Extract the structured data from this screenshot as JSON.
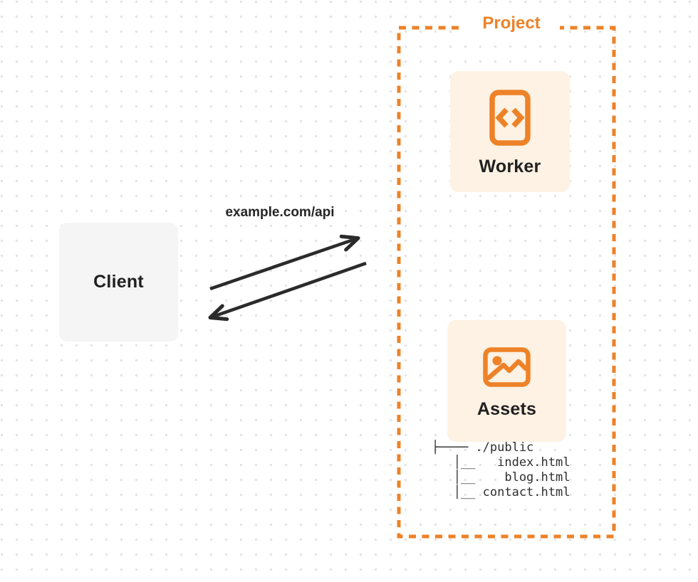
{
  "project": {
    "label": "Project"
  },
  "nodes": {
    "worker": {
      "label": "Worker",
      "icon": "code-file-icon"
    },
    "assets": {
      "label": "Assets",
      "icon": "image-icon"
    },
    "client": {
      "label": "Client"
    }
  },
  "request": {
    "label": "example.com/api"
  },
  "file_tree": {
    "root": "./public",
    "files": [
      "index.html",
      "blog.html",
      "contact.html"
    ],
    "ascii": "├──── ./public\n   │__   index.html\n   │__    blog.html\n   │__ contact.html"
  },
  "colors": {
    "accent_orange": "#ed8228",
    "panel_fill": "#fdf2e3",
    "client_fill": "#f5f5f6",
    "ink": "#262626",
    "dot_grid": "#e5e5e7"
  }
}
